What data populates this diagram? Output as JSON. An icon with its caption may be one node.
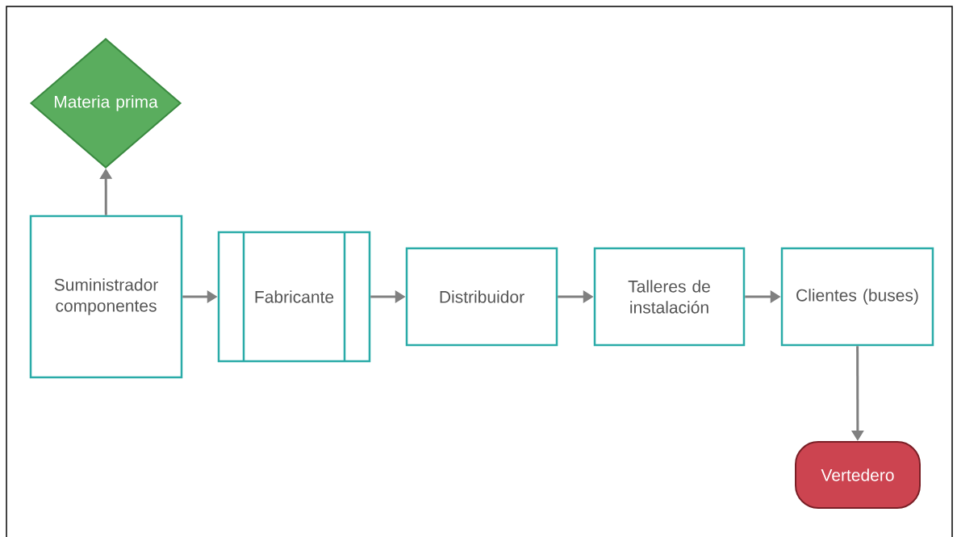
{
  "diagram": {
    "nodes": [
      {
        "text": [
          "Materia prima"
        ]
      },
      {
        "text": [
          "Suministrador componentes"
        ]
      },
      {
        "text": [
          "Fabricante"
        ]
      },
      {
        "text": [
          "Distribuidor"
        ]
      },
      {
        "text": [
          "Talleres de instalación"
        ]
      },
      {
        "text": [
          "Clientes (buses)"
        ]
      },
      {
        "text": [
          "Vertedero"
        ]
      }
    ],
    "edges": [
      {
        "from": 1,
        "to": 0,
        "arrow": "to"
      },
      {
        "from": 1,
        "to": 2,
        "arrow": "to"
      },
      {
        "from": 2,
        "to": 3,
        "arrow": "to"
      },
      {
        "from": 3,
        "to": 4,
        "arrow": "to"
      },
      {
        "from": 4,
        "to": 5,
        "arrow": "to"
      },
      {
        "from": 5,
        "to": 6,
        "arrow": "to"
      }
    ]
  }
}
